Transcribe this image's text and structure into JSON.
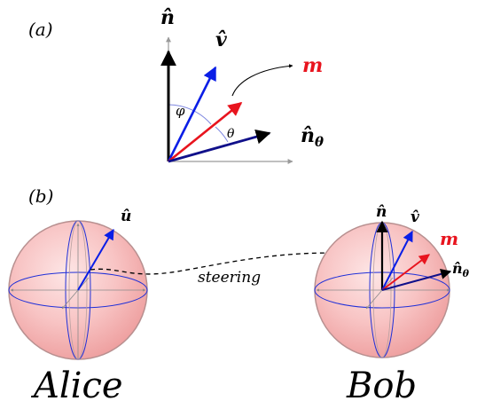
{
  "panel_a": {
    "label": "(a)",
    "vec_n": "n̂",
    "vec_v": "v̂",
    "vec_m": "m",
    "vec_ntheta_base": "n̂",
    "vec_ntheta_sub": "θ",
    "angle_phi": "φ",
    "angle_theta": "θ"
  },
  "panel_b": {
    "label": "(b)",
    "alice_vec_u": "û",
    "steering": "steering",
    "bob_vec_n": "n̂",
    "bob_vec_v": "v̂",
    "bob_vec_m": "m",
    "bob_vec_ntheta_base": "n̂",
    "bob_vec_ntheta_sub": "θ",
    "alice_name": "Alice",
    "bob_name": "Bob"
  },
  "colors": {
    "black": "#000000",
    "blue": "#0a1ee6",
    "red": "#e8141e",
    "navy": "#10108a",
    "axis_gray": "#9a9a9a",
    "sphere_fill": "#f7b8b8",
    "sphere_edge": "#b89090"
  }
}
